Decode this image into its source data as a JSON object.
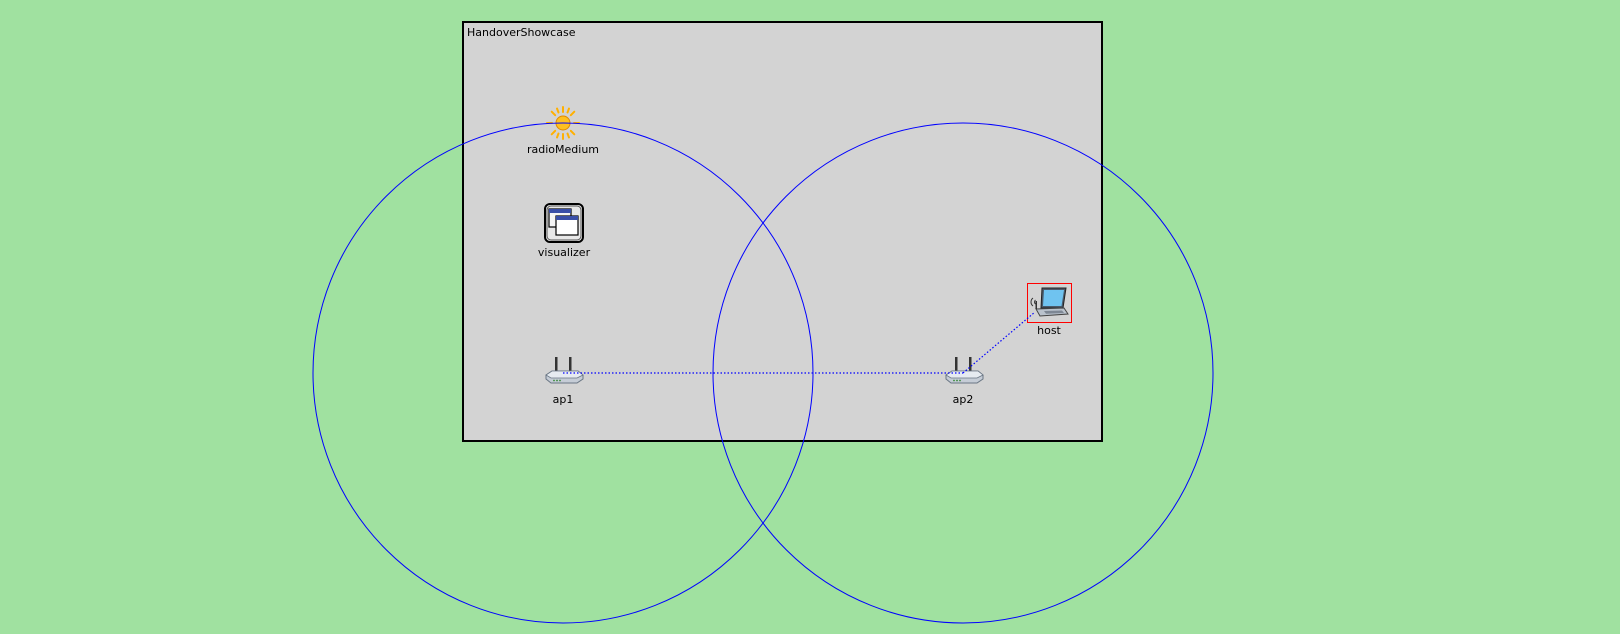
{
  "network": {
    "title": "HandoverShowcase"
  },
  "nodes": {
    "radio_medium": {
      "label": "radioMedium",
      "icon": "sun-icon"
    },
    "visualizer": {
      "label": "visualizer",
      "icon": "windows-icon"
    },
    "ap1": {
      "label": "ap1",
      "icon": "access-point-icon"
    },
    "ap2": {
      "label": "ap2",
      "icon": "access-point-icon"
    },
    "host": {
      "label": "host",
      "icon": "laptop-icon",
      "selected": true
    }
  },
  "links": [
    {
      "from": "ap1",
      "to": "ap2",
      "style": "dotted"
    },
    {
      "from": "ap2",
      "to": "host",
      "style": "dotted"
    }
  ],
  "colors": {
    "background": "#a0e1a0",
    "network_bg": "#d3d3d3",
    "range_circle": "#0000ff",
    "link": "#0000ff",
    "selection": "#ff0000",
    "sun": "#ffb000"
  }
}
